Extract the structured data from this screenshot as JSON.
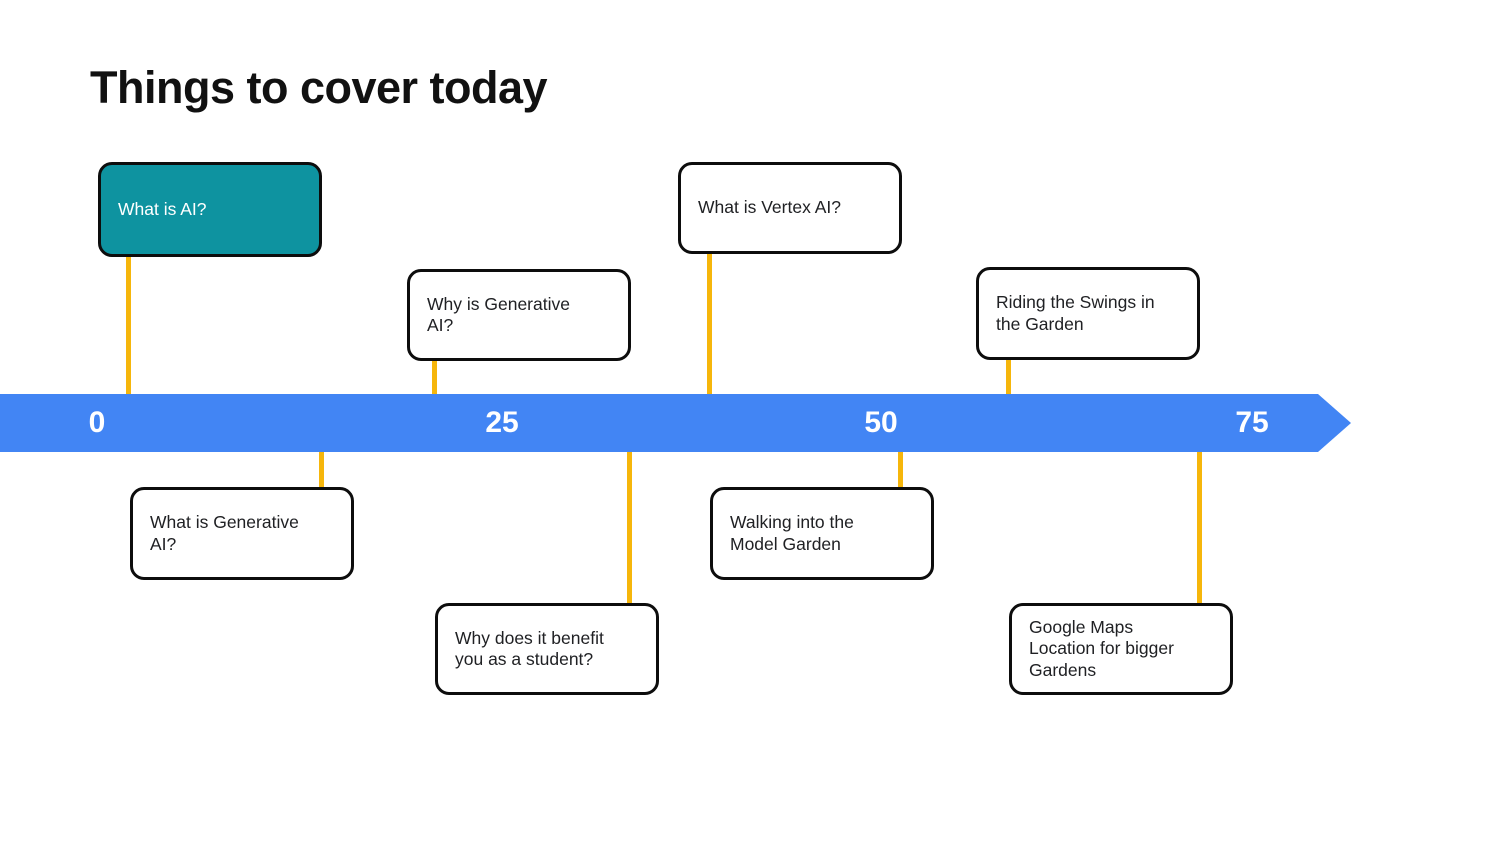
{
  "slide": {
    "title": "Things to cover today"
  },
  "timeline": {
    "ticks": [
      "0",
      "25",
      "50",
      "75"
    ],
    "bar_color": "#4285f4",
    "connector_color": "#f6b60b",
    "tick_text_color": "#ffffff"
  },
  "items": [
    {
      "label": "What is AI?",
      "side": "above",
      "highlighted": true
    },
    {
      "label": "What is Generative\nAI?",
      "side": "below",
      "highlighted": false
    },
    {
      "label": "Why is Generative\nAI?",
      "side": "above",
      "highlighted": false
    },
    {
      "label": "Why does it benefit\nyou as a student?",
      "side": "below",
      "highlighted": false
    },
    {
      "label": "What is Vertex AI?",
      "side": "above",
      "highlighted": false
    },
    {
      "label": "Walking into the\nModel Garden",
      "side": "below",
      "highlighted": false
    },
    {
      "label": "Riding the Swings in\nthe Garden",
      "side": "above",
      "highlighted": false
    },
    {
      "label": "Google Maps\nLocation for bigger\nGardens",
      "side": "below",
      "highlighted": false
    }
  ],
  "colors": {
    "highlight_fill": "#0e93a0",
    "highlight_text": "#ffffff",
    "card_fill": "#ffffff",
    "card_border": "#0d0d0d",
    "card_text": "#202124",
    "title_text": "#111111",
    "background": "#ffffff"
  }
}
